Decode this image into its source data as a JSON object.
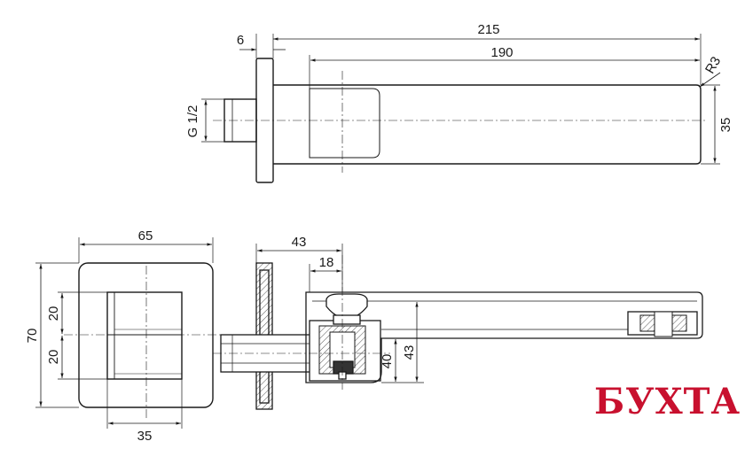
{
  "drawing": {
    "top_view": {
      "dim_total_length": "215",
      "dim_spout_length": "190",
      "dim_plate_thickness": "6",
      "dim_thread": "G 1/2",
      "dim_corner_radius": "R3",
      "dim_spout_height": "35"
    },
    "front_view": {
      "dim_width": "65",
      "dim_height": "70",
      "dim_upper_part": "20",
      "dim_lower_part": "20",
      "dim_block_width": "35"
    },
    "section_view": {
      "dim_total_depth": "43",
      "dim_inlet_offset": "18",
      "dim_outlet_height_inner": "40",
      "dim_outlet_height_outer": "43"
    }
  },
  "watermark": {
    "text": "БУХТА",
    "color": "#c8102e"
  },
  "colors": {
    "line": "#1a1a1a",
    "hatch": "#555555"
  }
}
